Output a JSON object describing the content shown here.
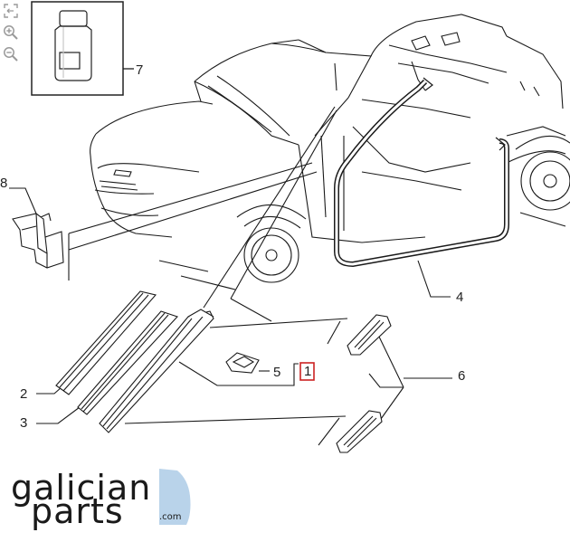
{
  "toolbar": {
    "icons": [
      "fullscreen-icon",
      "zoom-in-icon",
      "zoom-out-icon"
    ]
  },
  "callouts": {
    "part_1": "1",
    "part_2": "2",
    "part_3": "3",
    "part_4": "4",
    "part_5": "5",
    "part_6": "6",
    "part_7": "7",
    "part_8": "8"
  },
  "highlight_color": "#cc2222",
  "logo": {
    "line1": "galician",
    "line2": "parts",
    "domain": ".com",
    "accent_color": "#b9d3ea"
  }
}
